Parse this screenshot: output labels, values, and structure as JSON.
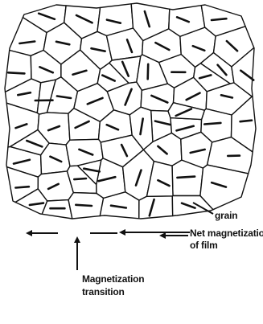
{
  "colors": {
    "ink": "#111111",
    "background": "#ffffff"
  },
  "labels": {
    "grain": "grain",
    "net_magnetization_line1": "Net magnetization",
    "net_magnetization_line2": "of film",
    "transition_line1": "Magnetization",
    "transition_line2": "transition"
  }
}
